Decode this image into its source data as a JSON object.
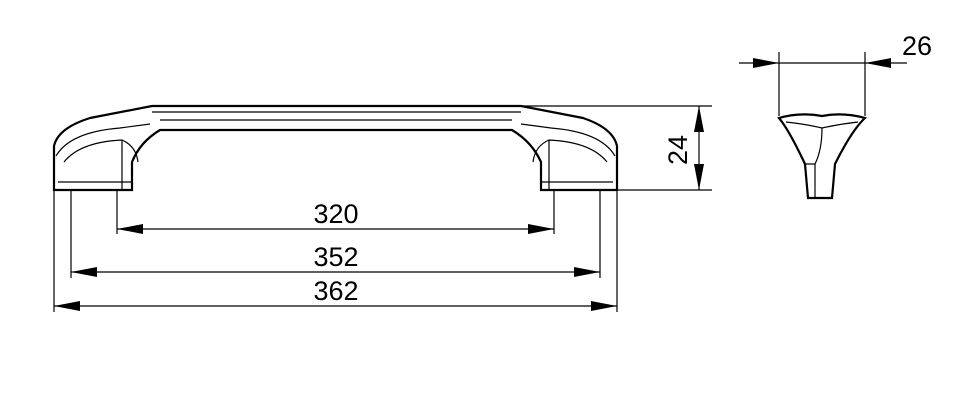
{
  "dimensions": {
    "hole_spacing": "320",
    "outer_mount": "352",
    "overall_length": "362",
    "height": "24",
    "width": "26"
  },
  "colors": {
    "line": "#000000",
    "background": "#ffffff"
  }
}
